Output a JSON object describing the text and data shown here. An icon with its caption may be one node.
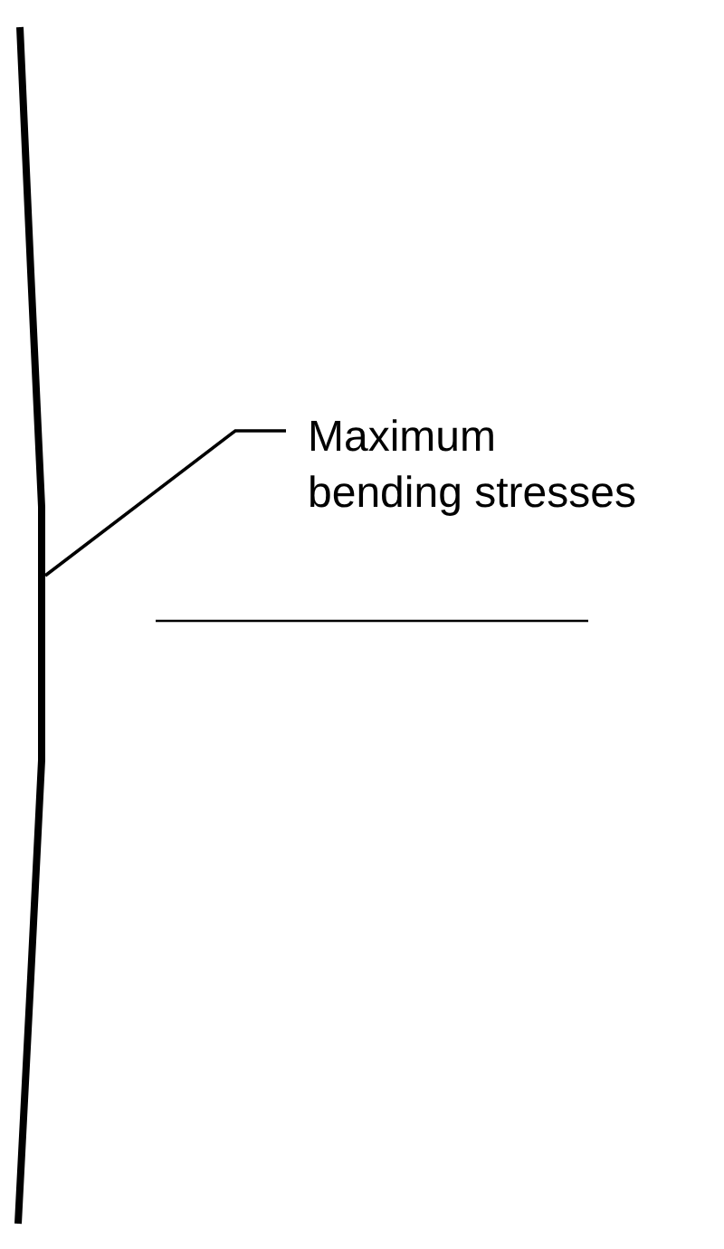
{
  "diagram": {
    "nodes": [
      {
        "text": [
          "Maximum bending stresses"
        ]
      },
      {
        "text": [],
        "shape": "bar"
      }
    ],
    "edges": [
      {
        "from": 0,
        "to": 1,
        "arrow": "none"
      }
    ]
  }
}
